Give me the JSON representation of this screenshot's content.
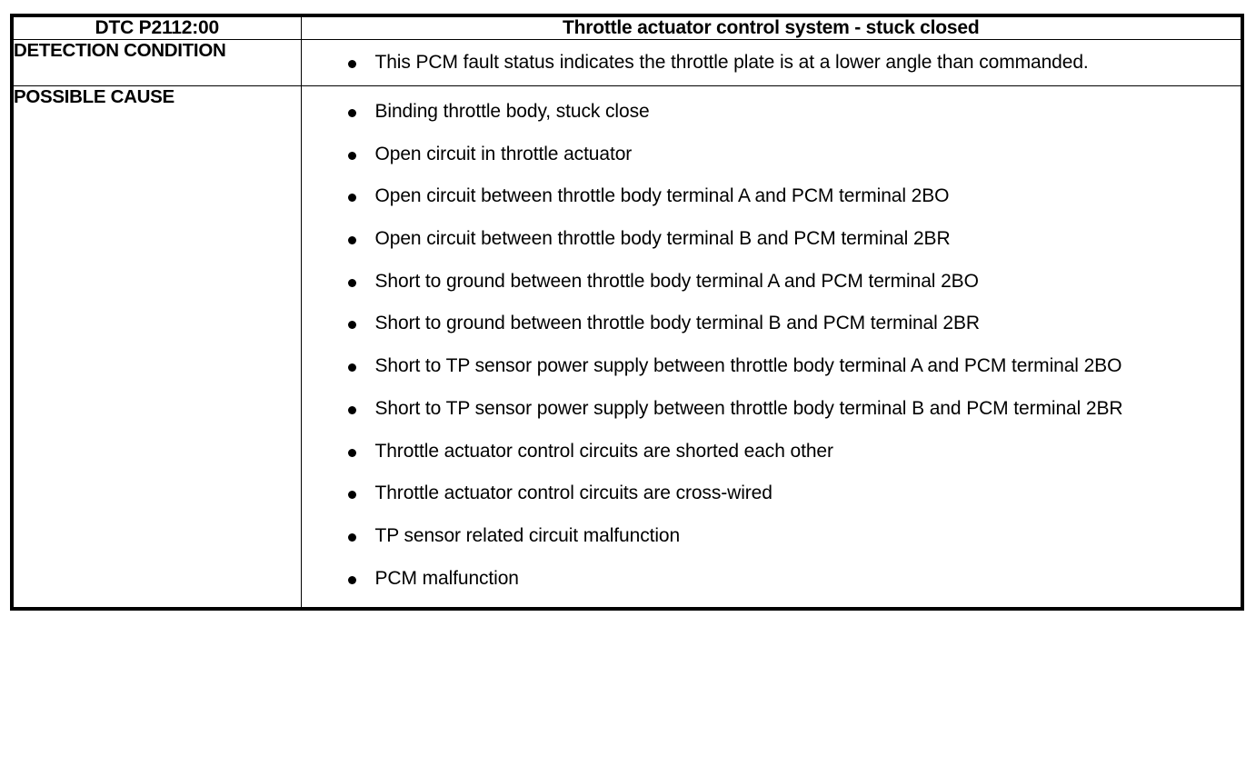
{
  "table": {
    "header": {
      "code_label": "DTC P2112:00",
      "title": "Throttle actuator control system - stuck closed"
    },
    "rows": [
      {
        "label": "DETECTION CONDITION",
        "items": [
          "This PCM fault status indicates the throttle plate is at a lower angle than commanded."
        ]
      },
      {
        "label": "POSSIBLE CAUSE",
        "items": [
          "Binding throttle body, stuck close",
          "Open circuit in throttle actuator",
          "Open circuit between throttle body terminal A and PCM terminal 2BO",
          "Open circuit between throttle body terminal B and PCM terminal 2BR",
          "Short to ground between throttle body terminal A and PCM terminal 2BO",
          "Short to ground between throttle body terminal B and PCM terminal 2BR",
          "Short to TP sensor power supply between throttle body terminal A and PCM terminal 2BO",
          "Short to TP sensor power supply between throttle body terminal B and PCM terminal 2BR",
          "Throttle actuator control circuits are shorted each other",
          "Throttle actuator control circuits are cross-wired",
          "TP sensor related circuit malfunction",
          "PCM malfunction"
        ]
      }
    ]
  },
  "colors": {
    "border": "#000000",
    "text": "#000000",
    "background": "#ffffff"
  }
}
